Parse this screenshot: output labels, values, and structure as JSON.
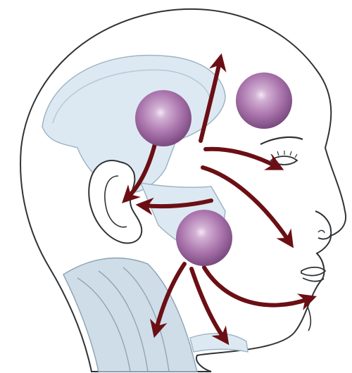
{
  "figure": {
    "subject": "head-side-profile",
    "colors": {
      "background": "#ffffff",
      "outline": "#2f3336",
      "skull_fill": "#dde9f2",
      "neck_fill": "#cfdde8",
      "arrow": "#6b0f14",
      "sphere_light": "#f2e7f2",
      "sphere_mid": "#b583b5",
      "sphere_dark": "#7b4a80"
    },
    "spheres": [
      "temporal-sphere",
      "forehead-sphere",
      "jaw-sphere"
    ],
    "arrows": [
      "arrow-to-crown",
      "arrow-to-eye",
      "arrow-to-cheek",
      "arrow-to-ear-from-temple",
      "arrow-to-ear-from-jaw",
      "arrow-to-neck",
      "arrow-to-throat",
      "arrow-to-chin"
    ]
  }
}
